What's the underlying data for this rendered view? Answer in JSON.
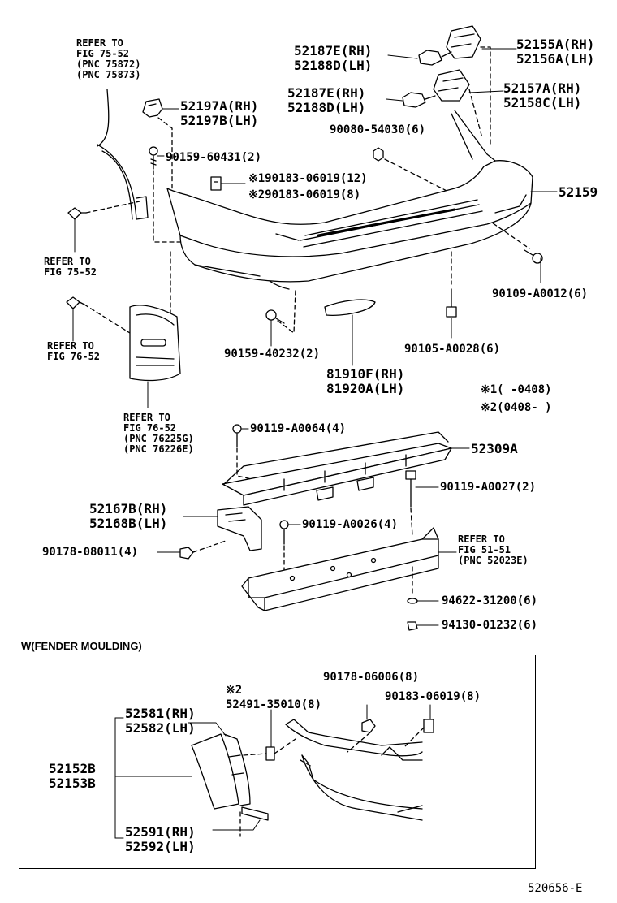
{
  "refs": {
    "fig_75_52_top": [
      "REFER TO",
      "FIG 75-52",
      "(PNC 75872)",
      "(PNC 75873)"
    ],
    "fig_75_52_left": [
      "REFER TO",
      "FIG 75-52"
    ],
    "fig_76_52_left": [
      "REFER TO",
      "FIG 76-52"
    ],
    "fig_76_52_bottom": [
      "REFER TO",
      "FIG 76-52",
      "(PNC 76225G)",
      "(PNC 76226E)"
    ],
    "fig_51_51": [
      "REFER TO",
      "FIG 51-51",
      "(PNC 52023E)"
    ]
  },
  "parts": {
    "p52187e_a": [
      "52187E(RH)",
      "52188D(LH)"
    ],
    "p52155a": [
      "52155A(RH)",
      "52156A(LH)"
    ],
    "p52187e_b": [
      "52187E(RH)",
      "52188D(LH)"
    ],
    "p52157a": [
      "52157A(RH)",
      "52158C(LH)"
    ],
    "p52197a": [
      "52197A(RH)",
      "52197B(LH)"
    ],
    "p90080": "90080-54030(6)",
    "p90159_60431": "90159-60431(2)",
    "p90183_note1": "※190183-06019(12)",
    "p90183_note2": "※290183-06019(8)",
    "p52159": "52159",
    "p90109": "90109-A0012(6)",
    "p90159_40232": "90159-40232(2)",
    "p90105": "90105-A0028(6)",
    "p81910f": [
      "81910F(RH)",
      "81920A(LH)"
    ],
    "p90119_a0064": "90119-A0064(4)",
    "p52309a": "52309A",
    "p90119_a0027": "90119-A0027(2)",
    "p52167b": [
      "52167B(RH)",
      "52168B(LH)"
    ],
    "p90119_a0026": "90119-A0026(4)",
    "p90178_08011": "90178-08011(4)",
    "p94622": "94622-31200(6)",
    "p94130": "94130-01232(6)"
  },
  "notes": {
    "note1": "※1(      -0408)",
    "note2": "※2(0408-      )"
  },
  "inset": {
    "title": "W(FENDER MOULDING)",
    "note2_mark": "※2",
    "p52491": "52491-35010(8)",
    "p90178_06006": "90178-06006(8)",
    "p90183_06019": "90183-06019(8)",
    "p52581": [
      "52581(RH)",
      "52582(LH)"
    ],
    "p52152b": [
      "52152B",
      "52153B"
    ],
    "p52591": [
      "52591(RH)",
      "52592(LH)"
    ]
  },
  "figure_code": "520656-E"
}
